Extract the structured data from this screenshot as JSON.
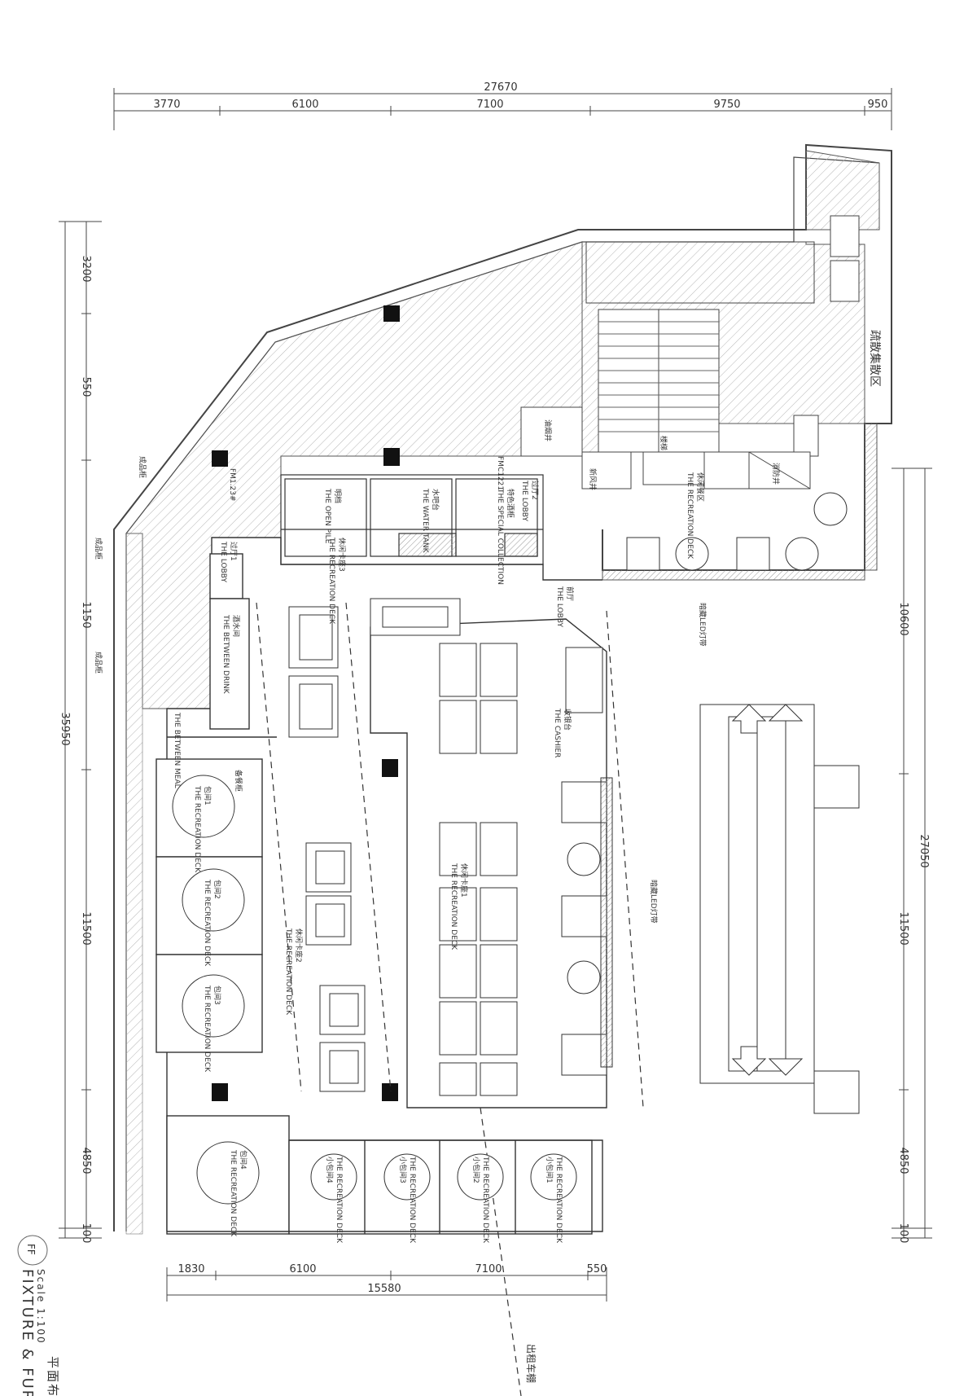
{
  "drawing": {
    "title": "FIXTURE & FUR",
    "scale": "Scale 1:100",
    "title_cn": "平面布",
    "badge": "FF"
  },
  "dimensions": {
    "top_total": "27670",
    "top_segments": [
      "3770",
      "6100",
      "7100",
      "9750",
      "950"
    ],
    "bottom_segments": [
      "1830",
      "6100",
      "7100",
      "550"
    ],
    "bottom_total": "15580",
    "left_total": "35950",
    "left_segments": [
      "3200",
      "550",
      "1150",
      "11500",
      "4850",
      "100"
    ],
    "right_total": "27050",
    "right_segments": [
      "10600",
      "11500",
      "4850",
      "100"
    ]
  },
  "labels": {
    "lobby": "THE LOBBY",
    "lobby_cn": "前厅",
    "lobby2": "THE LOBBY",
    "lobby2_cn": "过厅2",
    "lobby1": "THE LOBBY",
    "lobby1_cn": "过厅1",
    "open_pile": "THE OPEN PILE",
    "open_pile_cn": "明档",
    "water_tank": "THE WATER TANK",
    "water_tank_cn": "水吧台",
    "special_collection": "THE SPECIAL COLLECTION",
    "special_collection_cn": "特色酒柜",
    "recreation_deck": "THE RECREATION DECK",
    "recreation_deck_cn": "休闲卡座",
    "recreation_deck_1_cn": "休闲卡座1",
    "recreation_deck_2_cn": "休闲卡座2",
    "recreation_deck_3_cn": "休闲卡座3",
    "recreation_area_cn": "休闲餐区",
    "cashier": "THE CASHIER",
    "cashier_cn": "收银台",
    "between_drink": "THE BETWEEN DRINK",
    "between_drink_cn": "酒水间",
    "between_meal": "THE BETWEEN MEAL",
    "room1_cn": "包间1",
    "room2_cn": "包间2",
    "room3_cn": "包间3",
    "room4_cn": "包间4",
    "small_room1_cn": "小包间1",
    "small_room2_cn": "小包间2",
    "small_room3_cn": "小包间3",
    "small_room4_cn": "小包间4",
    "waiter_cn": "备餐柜",
    "fm1": "FM1.23#",
    "fm2": "FMC1221",
    "led_cn": "暗藏LED灯带",
    "led2_cn": "暗藏LED灯带",
    "escalator_cn": "疏散集散区",
    "entrance_cn": "出租车棚",
    "oil_well_cn": "油烟井",
    "vent_cn": "新风井",
    "fire_cn": "消防井",
    "stair_cn": "楼梯",
    "pillar_cn": "成品柜",
    "pillar2_cn": "成品柜",
    "pillar3_cn": "成品柜"
  }
}
